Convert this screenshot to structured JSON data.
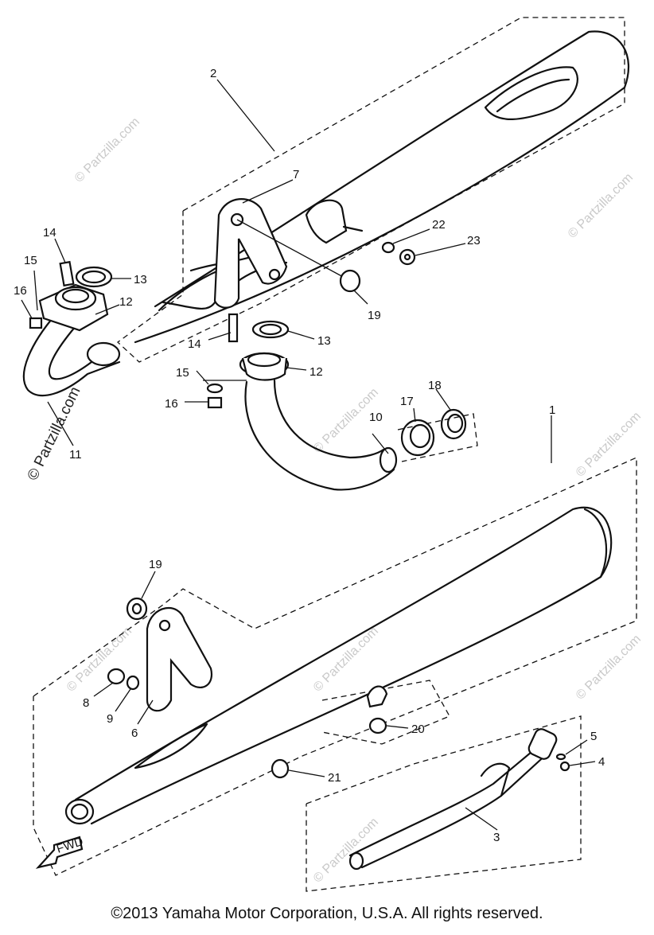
{
  "watermark": {
    "text": "© Partzilla.com"
  },
  "callouts": [
    "1",
    "2",
    "3",
    "4",
    "5",
    "6",
    "7",
    "8",
    "9",
    "10",
    "11",
    "12",
    "13",
    "14",
    "15",
    "16",
    "17",
    "18",
    "19",
    "20",
    "21",
    "22",
    "23",
    "12",
    "13",
    "14",
    "15",
    "16",
    "19"
  ],
  "fwd_label": "FWD",
  "footer": {
    "copyright": "©2013  Yamaha Motor Corporation, U.S.A. All rights reserved."
  }
}
